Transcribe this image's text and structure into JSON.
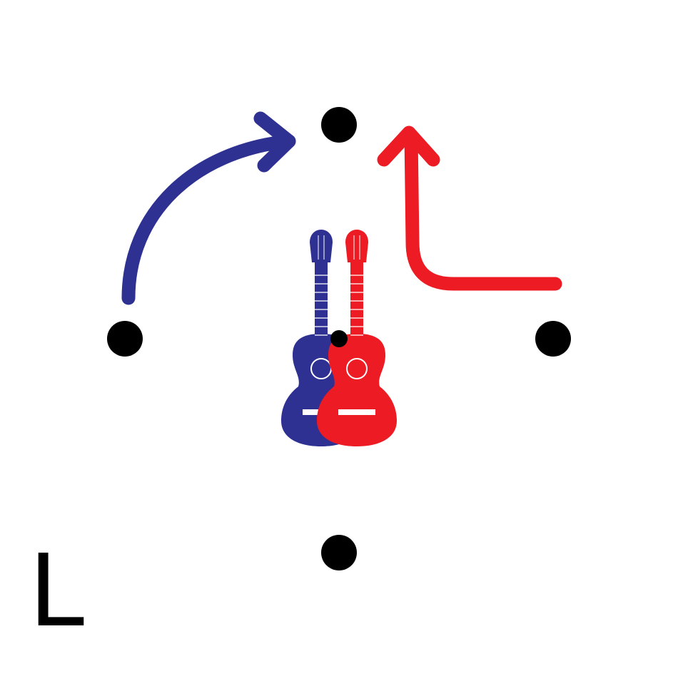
{
  "diagram": {
    "corner_letter": "L",
    "colors": {
      "blue": "#2E3192",
      "red": "#ED1C24",
      "dot": "#000000",
      "background": "#FFFFFF"
    },
    "positions": [
      {
        "id": "top"
      },
      {
        "id": "left"
      },
      {
        "id": "right"
      },
      {
        "id": "bottom"
      },
      {
        "id": "center"
      }
    ],
    "arrows": [
      {
        "id": "blue-arrow",
        "color": "blue",
        "from": "left",
        "to": "top",
        "shape": "arc"
      },
      {
        "id": "red-arrow",
        "color": "red",
        "from": "right",
        "to": "top",
        "shape": "elbow"
      }
    ],
    "icons": [
      {
        "name": "guitar-icon",
        "color": "blue"
      },
      {
        "name": "guitar-icon",
        "color": "red"
      }
    ]
  }
}
